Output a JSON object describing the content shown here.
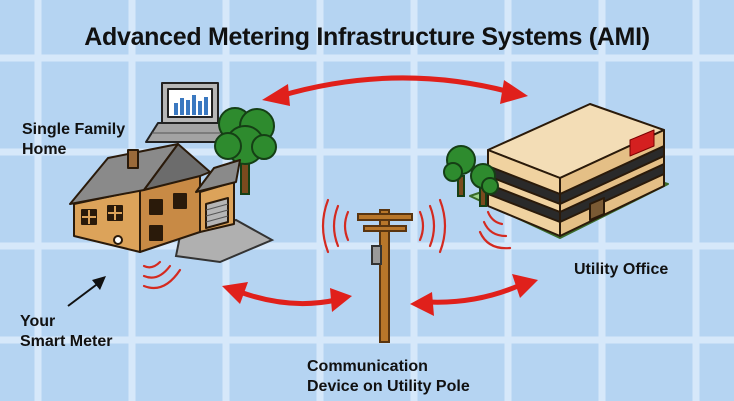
{
  "title": "Advanced Metering Infrastructure Systems (AMI)",
  "labels": {
    "home_line1": "Single Family",
    "home_line2": "Home",
    "meter_line1": "Your",
    "meter_line2": "Smart Meter",
    "office": "Utility Office",
    "pole_line1": "Communication",
    "pole_line2": "Device on Utility Pole"
  },
  "colors": {
    "background": "#b5d4f2",
    "grid": "#d6e8fa",
    "arrow": "#e0201b",
    "signal": "#d42a20",
    "house_wall": "#dca35a",
    "house_roof": "#8a8a8a",
    "office_wall": "#f0d2a0",
    "office_band": "#2a2a2a",
    "tree": "#2e8b2e",
    "pole": "#b8762a"
  },
  "icons": [
    "laptop-icon",
    "house-icon",
    "office-building-icon",
    "utility-pole-icon",
    "tree-icon",
    "signal-waves-icon",
    "bidirectional-arrow-icon",
    "pointer-arrow-icon"
  ]
}
